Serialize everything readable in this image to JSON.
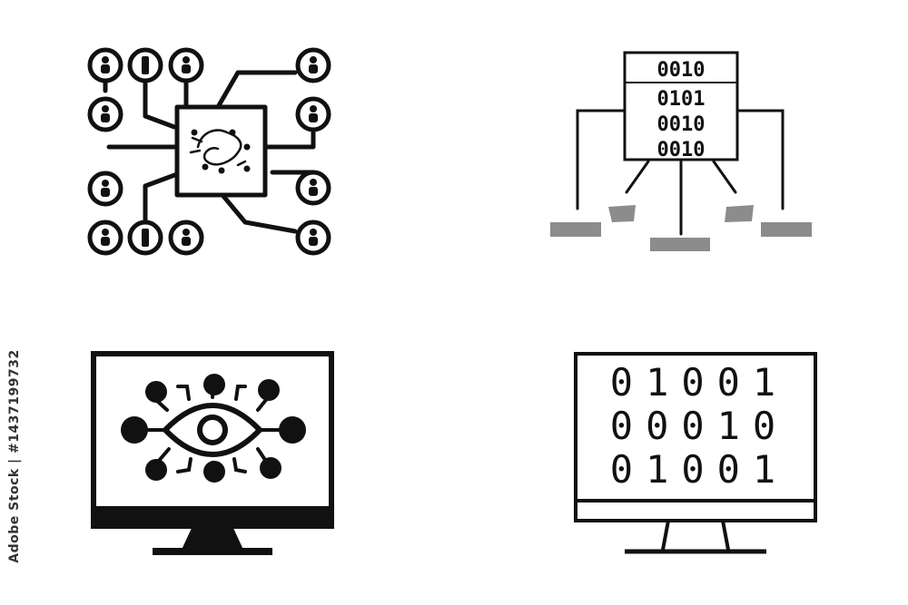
{
  "watermark": {
    "id_text": "Adobe Stock | #1437199732"
  },
  "icons": [
    {
      "name": "ai-chip-network-icon",
      "label": "AI chip network icon"
    },
    {
      "name": "binary-data-hierarchy-icon",
      "label": "Binary data hierarchy icon",
      "binary_rows": [
        "0010",
        "0101",
        "0010",
        "0010"
      ]
    },
    {
      "name": "monitor-eye-icon",
      "label": "Monitor with eye circuit icon"
    },
    {
      "name": "monitor-binary-icon",
      "label": "Monitor with binary code icon",
      "binary_rows": [
        "01001",
        "00010",
        "01001"
      ]
    }
  ],
  "colors": {
    "ink": "#111111",
    "gray_block": "#8c8c8c",
    "background": "#ffffff"
  }
}
